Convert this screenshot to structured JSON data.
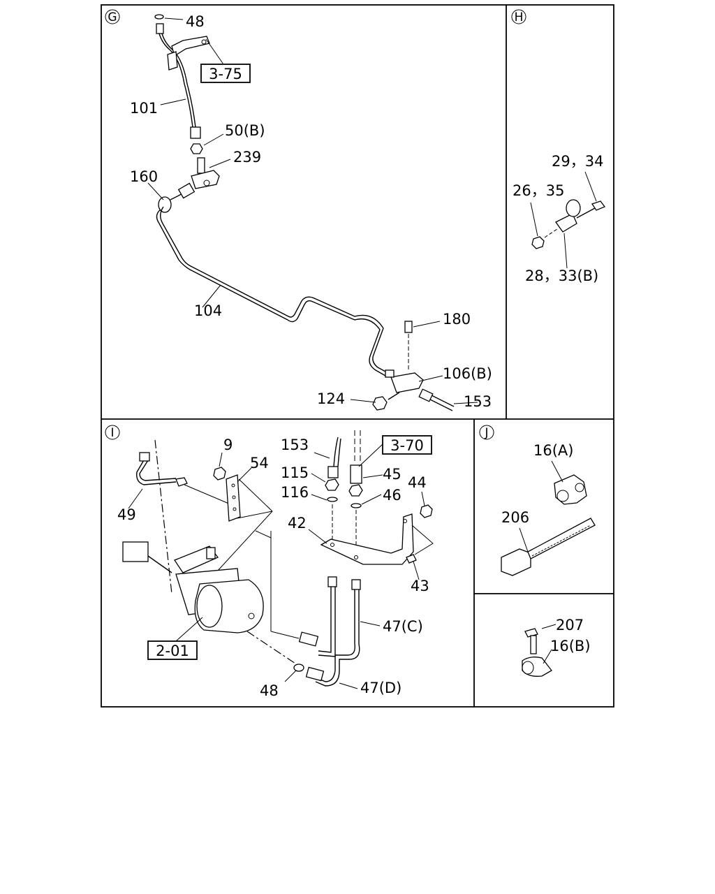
{
  "sections": {
    "g": "G",
    "h": "H",
    "i": "I",
    "j": "J"
  },
  "references": {
    "g_3_75": "3-75",
    "i_3_70": "3-70",
    "i_2_01": "2-01"
  },
  "callouts": {
    "g_48": "48",
    "g_101": "101",
    "g_50b": "50(B)",
    "g_239": "239",
    "g_160": "160",
    "g_104": "104",
    "g_180": "180",
    "g_106b": "106(B)",
    "g_124": "124",
    "g_153": "153",
    "h_29_34": "29，34",
    "h_26_35": "26，35",
    "h_28_33b": "28，33(B)",
    "i_9": "9",
    "i_54": "54",
    "i_49": "49",
    "i_153": "153",
    "i_115": "115",
    "i_116": "116",
    "i_45": "45",
    "i_46": "46",
    "i_44": "44",
    "i_42": "42",
    "i_43": "43",
    "i_47c": "47(C)",
    "i_47d": "47(D)",
    "i_48": "48",
    "j_16a": "16(A)",
    "j_206": "206",
    "j_207": "207",
    "j_16b": "16(B)"
  }
}
